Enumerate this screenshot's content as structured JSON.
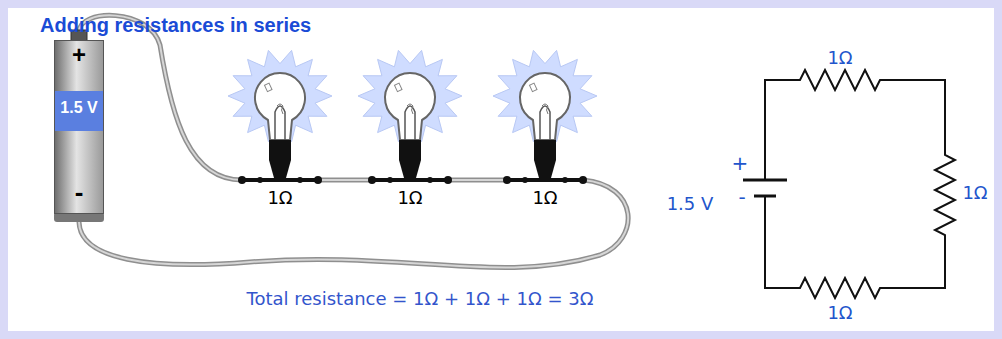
{
  "diagram": {
    "title": "Adding resistances in series",
    "caption": "Total resistance = 1Ω + 1Ω + 1Ω = 3Ω",
    "nodes": [
      {
        "text": [
          "+",
          "1.5 V",
          "-"
        ]
      }
    ],
    "labels": [
      "1Ω",
      "1Ω",
      "1Ω",
      "+",
      "1.5 V",
      "-",
      "1Ω",
      "1Ω",
      "1Ω"
    ]
  }
}
